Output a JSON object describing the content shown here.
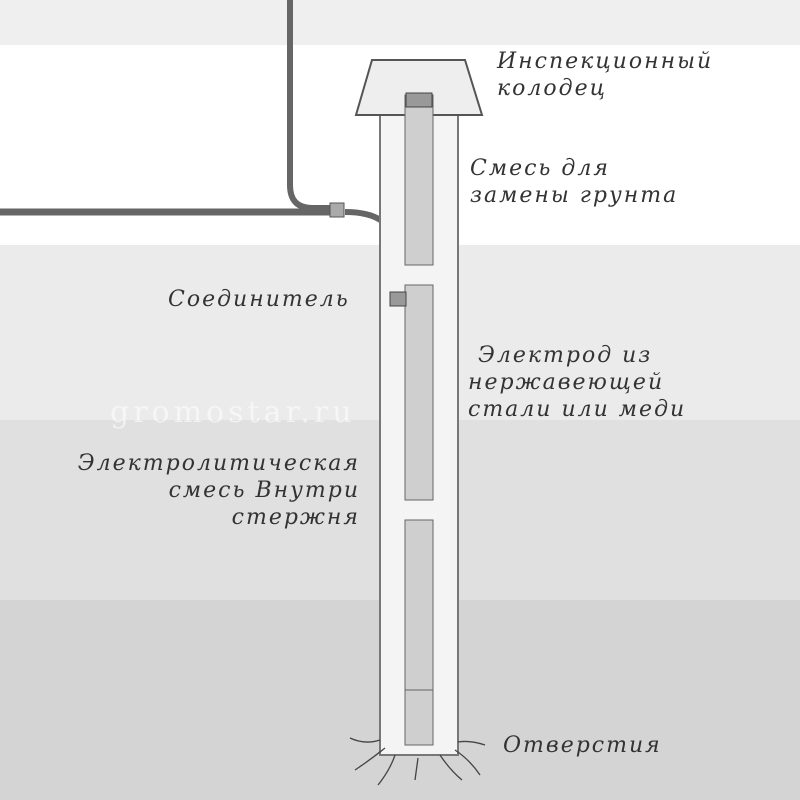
{
  "labels": {
    "inspection_well": [
      "Инспекционный",
      "колодец"
    ],
    "backfill": [
      "Смесь для",
      "замены грунта"
    ],
    "connector": "Соединитель",
    "electrode": [
      "Электрод из",
      "нержавеющей",
      "стали или меди"
    ],
    "electrolyte": [
      "Электролитическая",
      "смесь Внутри",
      "стержня"
    ],
    "holes": "Отверстия"
  },
  "watermark": "gromostar.ru",
  "colors": {
    "ground_light": "#e9e9e9",
    "ground_mid": "#dedede",
    "ground_dark": "#d2d2d2",
    "rod": "#c8c8c8",
    "cable": "#777777"
  }
}
